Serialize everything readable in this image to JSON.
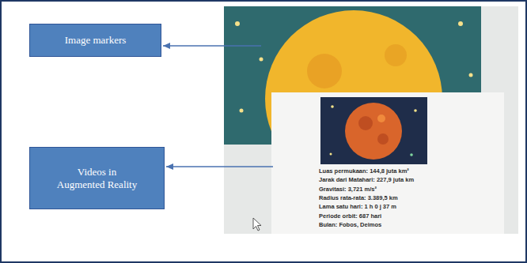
{
  "diagram": {
    "nodes": [
      {
        "text": [
          "Image markers"
        ]
      },
      {
        "text": [
          "Videos in Augmented Reality"
        ]
      }
    ],
    "labels": [
      "Luas permukaan: 144,8 juta km²",
      "Jarak dari Matahari: 227,9 juta km",
      "Gravitasi: 3,721 m/s²",
      "Radius rata-rata: 3.389,5 km",
      "Lama satu hari: 1 h 0 j 37 m",
      "Periode orbit: 687 hari",
      "Bulan: Fobos, Deimos"
    ]
  }
}
